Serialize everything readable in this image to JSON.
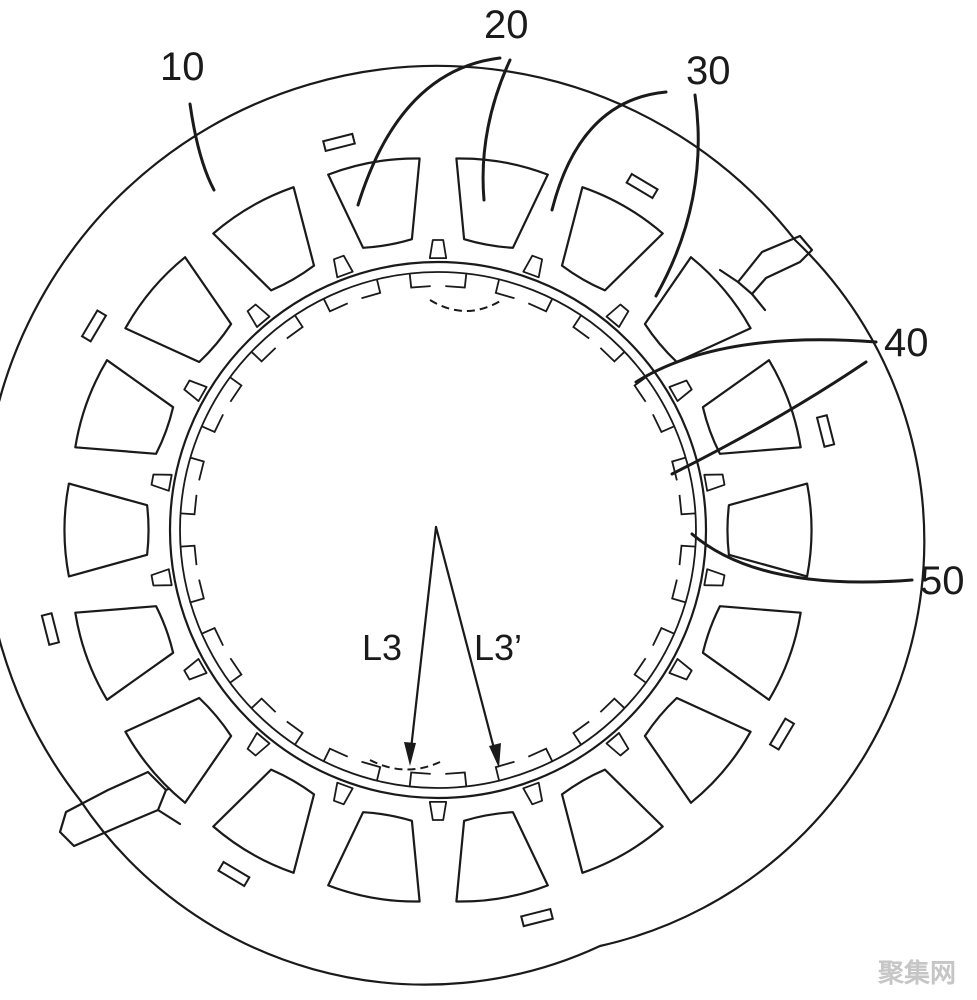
{
  "figure": {
    "labels": {
      "ref_10": "10",
      "ref_20": "20",
      "ref_30": "30",
      "ref_40": "40",
      "ref_50": "50",
      "dim_l3": "L3",
      "dim_l3_prime": "L3’"
    },
    "watermark": "聚集网",
    "slot_count": 18,
    "mark_count": 8
  }
}
